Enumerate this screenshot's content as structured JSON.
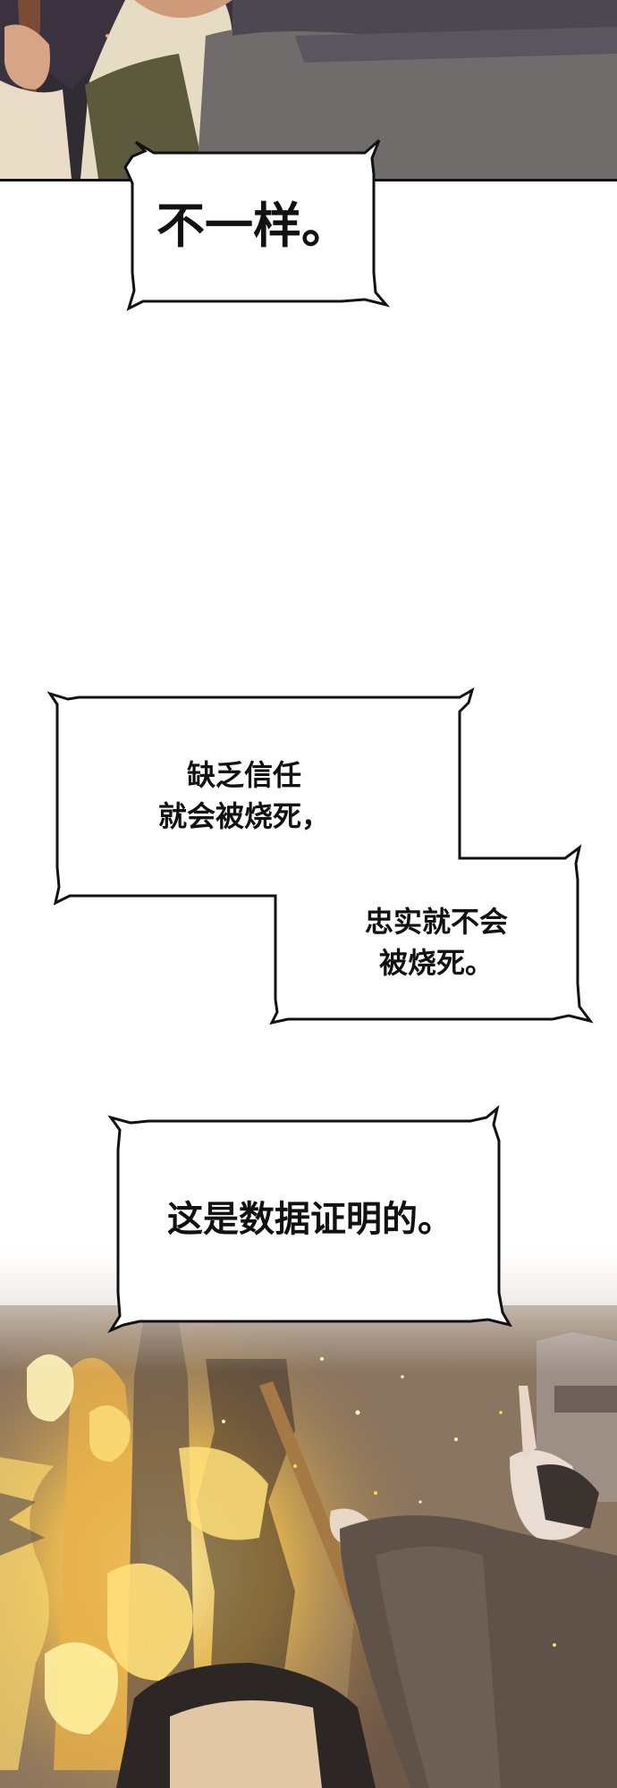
{
  "bubbles": {
    "top": {
      "text": "不一样。"
    },
    "middle": {
      "line1": "缺乏信任",
      "line2": "就会被烧死，",
      "line3": "忠实就不会",
      "line4": "被烧死。"
    },
    "bottom": {
      "text": "这是数据证明的。"
    }
  },
  "colors": {
    "bubble_fill": "#ffffff",
    "bubble_stroke": "#111111",
    "fire": "#ffd45a",
    "robe": "#5f5249"
  }
}
